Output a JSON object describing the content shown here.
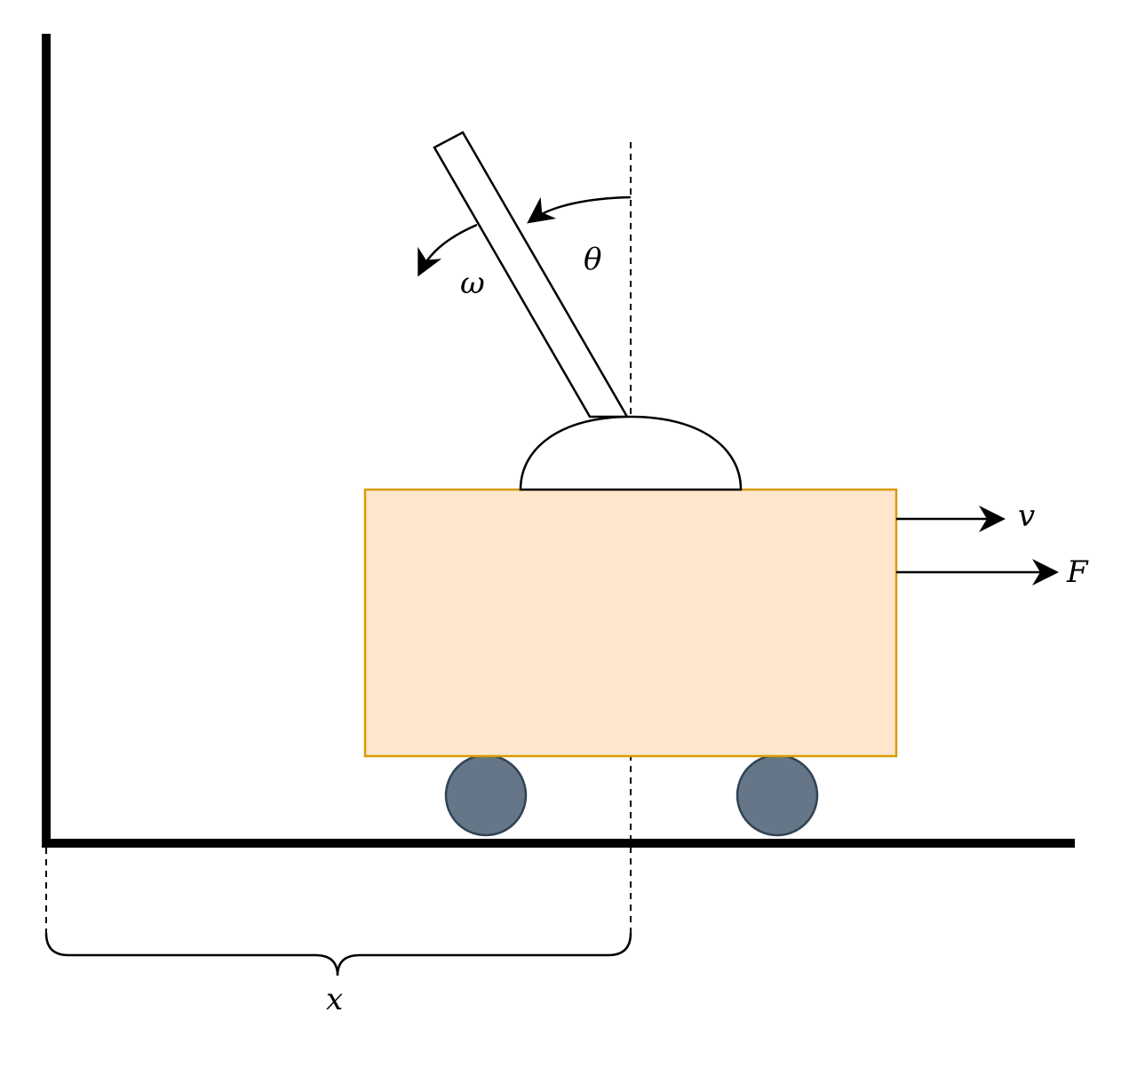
{
  "labels": {
    "theta": "θ",
    "omega": "ω",
    "velocity": "v",
    "force": "F",
    "position": "x"
  },
  "colors": {
    "line": "#000000",
    "cart_fill": "#ffe6cc",
    "cart_stroke": "#d79b00",
    "wheel_fill": "#647687",
    "wheel_stroke": "#314354",
    "pole_fill": "#ffffff",
    "background": "#ffffff"
  }
}
